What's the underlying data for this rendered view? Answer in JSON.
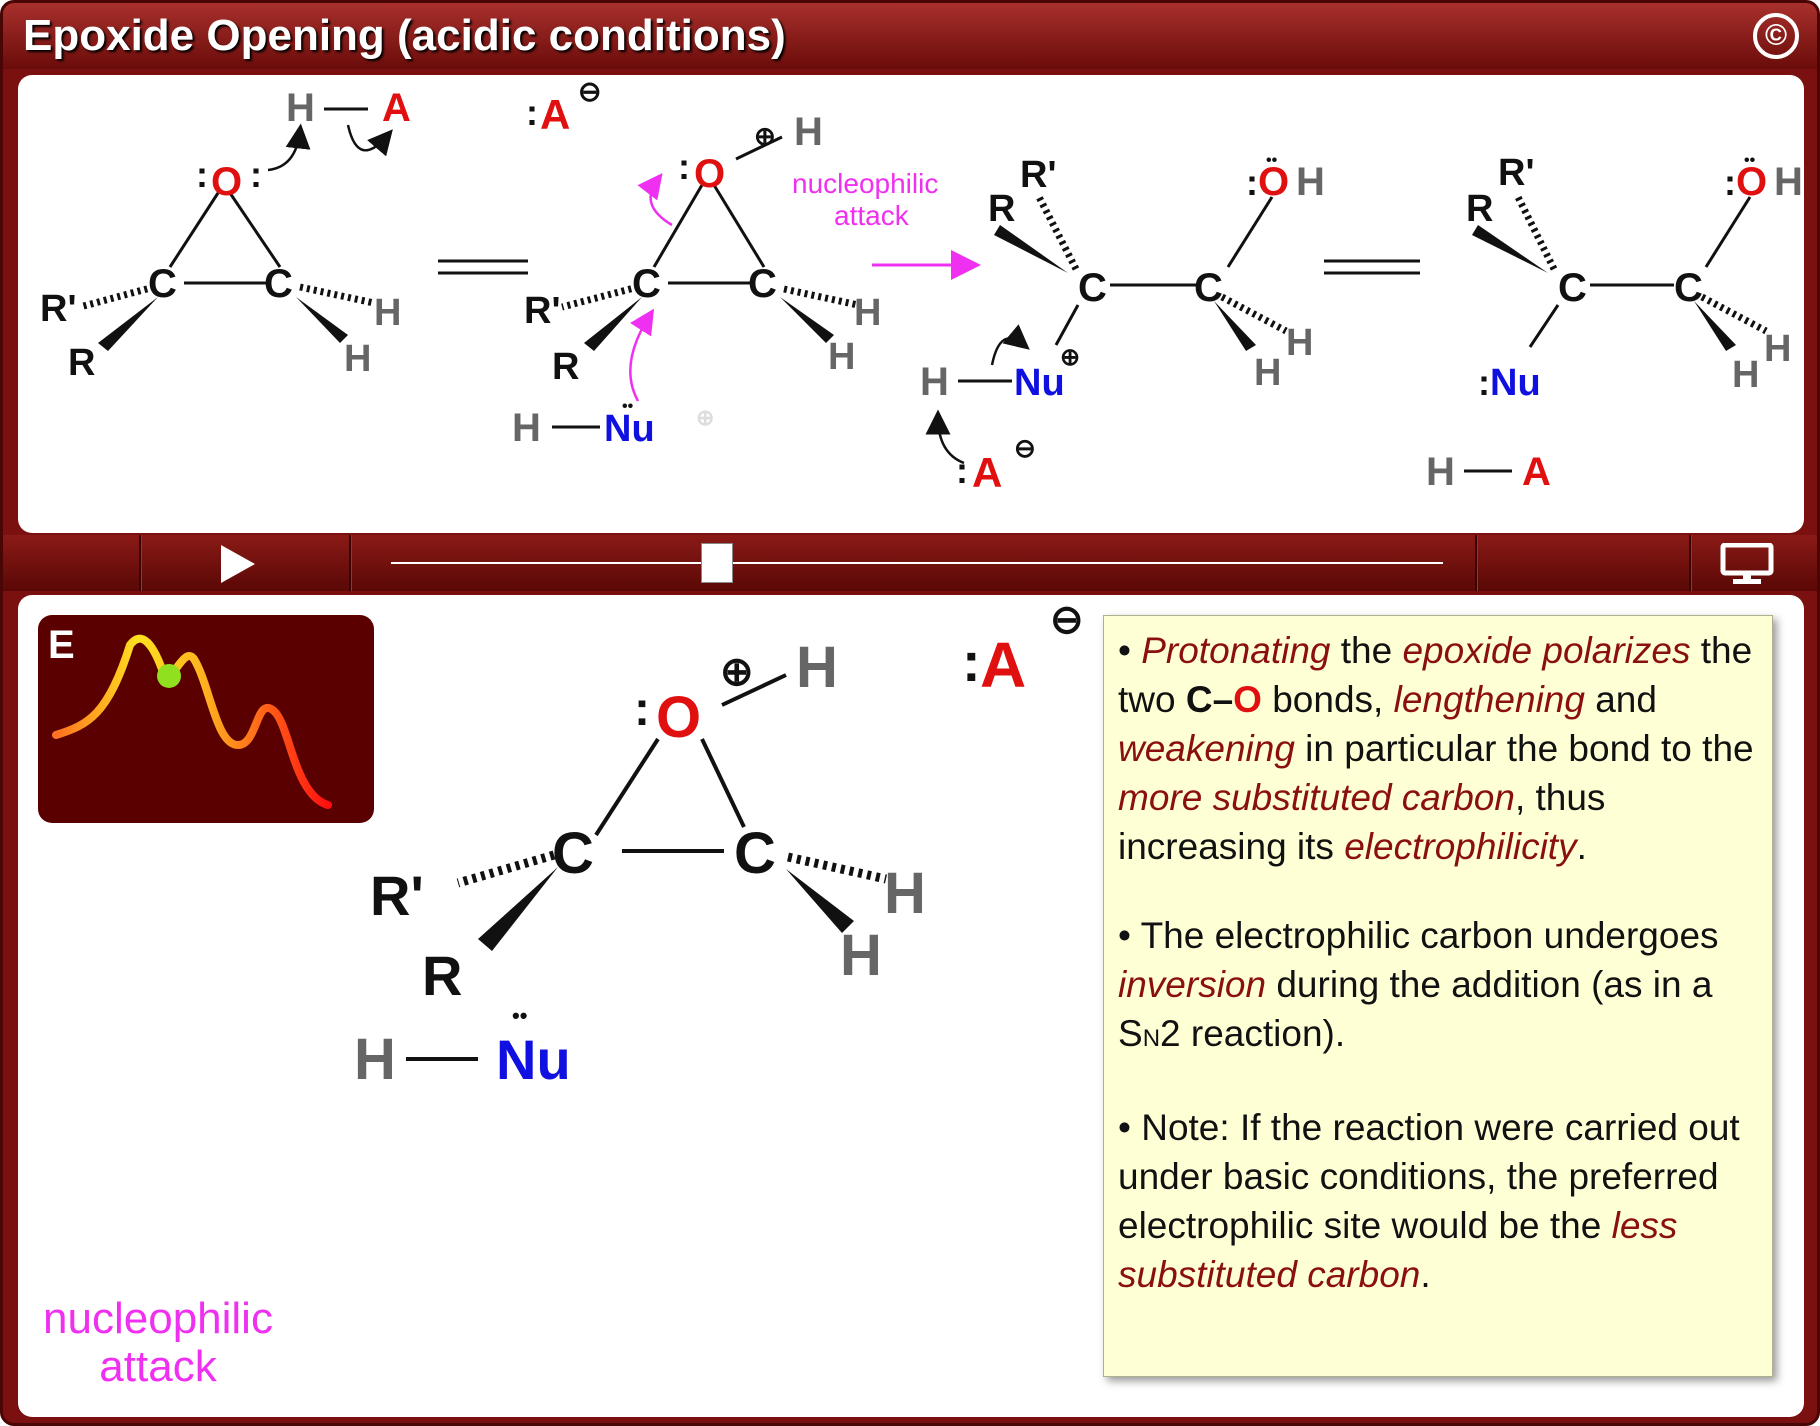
{
  "title": "Epoxide Opening (acidic conditions)",
  "copyright_symbol": "©",
  "step_label": "nucleophilic attack",
  "step_label_lines": [
    "nucleophilic",
    "attack"
  ],
  "atoms": {
    "C": "C",
    "O": "O",
    "H": "H",
    "R": "R",
    "Rp": "R'",
    "A": "A",
    "Nu": "Nu",
    "plus": "⊕",
    "minus": "⊖",
    "lone_pair": ":",
    "lp_dots": "••"
  },
  "energy_diagram": {
    "axis_label": "E",
    "progress": 0.38
  },
  "controls": {
    "play_icon": "play-icon",
    "screen_icon": "monitor-icon",
    "slider_position": 0.31
  },
  "note": {
    "p1": [
      {
        "t": "• "
      },
      {
        "t": "Protonating",
        "em": true
      },
      {
        "t": " the "
      },
      {
        "t": "epoxide polarizes",
        "em": true
      },
      {
        "t": " the two "
      },
      {
        "t": "C",
        "b": true
      },
      {
        "t": "–",
        "b": true
      },
      {
        "t": "O",
        "b": true,
        "red": true
      },
      {
        "t": " bonds, "
      },
      {
        "t": "lengthening",
        "em": true
      },
      {
        "t": " and "
      },
      {
        "t": "weakening",
        "em": true
      },
      {
        "t": " in particular the bond to the "
      },
      {
        "t": "more substituted carbon",
        "em": true
      },
      {
        "t": ", thus increasing its "
      },
      {
        "t": "electrophilicity",
        "em": true
      },
      {
        "t": "."
      }
    ],
    "p2": [
      {
        "t": "•  The electrophilic carbon undergoes "
      },
      {
        "t": "inversion",
        "em": true
      },
      {
        "t": " during the addition (as in a S"
      },
      {
        "t": "N",
        "sub": true
      },
      {
        "t": "2 reaction)."
      }
    ],
    "p3": [
      {
        "t": "• Note: If the reaction were carried out under basic conditions, the preferred electrophilic site would be the "
      },
      {
        "t": "less substituted carbon",
        "em": true
      },
      {
        "t": "."
      }
    ]
  }
}
